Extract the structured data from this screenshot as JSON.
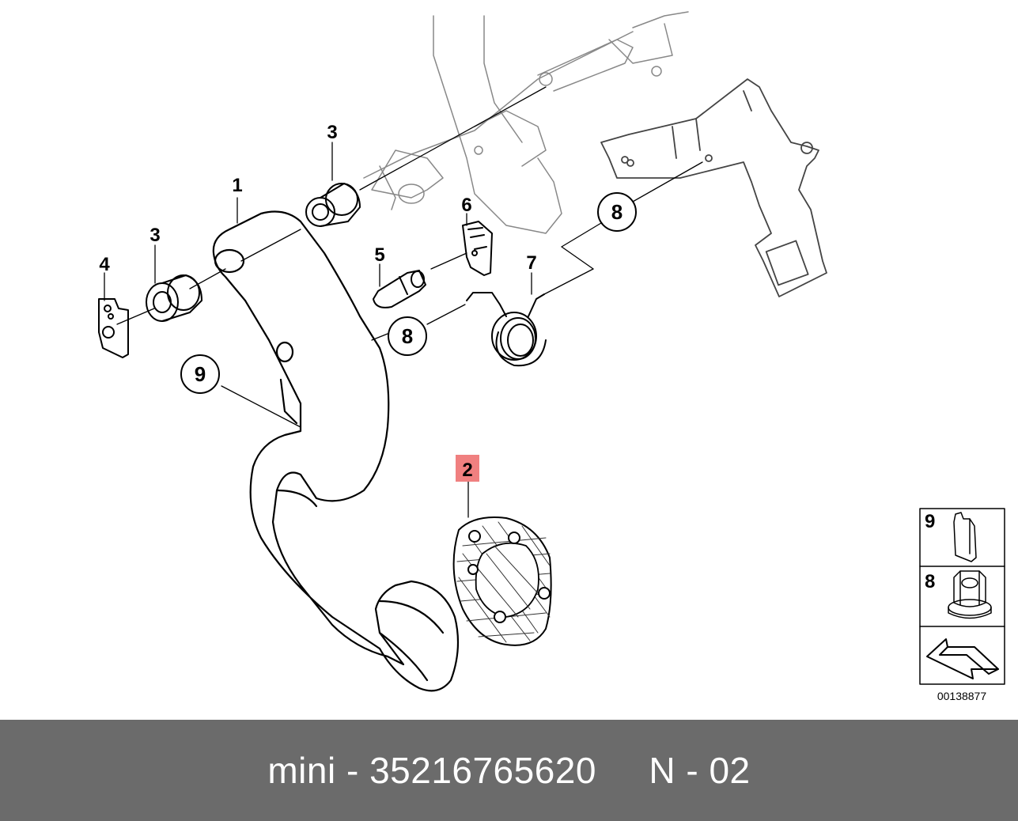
{
  "diagram": {
    "callouts": {
      "c1": "1",
      "c2": "2",
      "c3a": "3",
      "c3b": "3",
      "c4": "4",
      "c5": "5",
      "c6": "6",
      "c7": "7",
      "c8a": "8",
      "c8b": "8",
      "c9": "9"
    },
    "highlighted_callout": "2",
    "highlight_color": "#f08080",
    "legend": {
      "row1": "9",
      "row2": "8"
    },
    "reference_number": "00138877"
  },
  "footer": {
    "caption": "mini - 35216765620     N - 02",
    "background": "#6b6b6b"
  }
}
